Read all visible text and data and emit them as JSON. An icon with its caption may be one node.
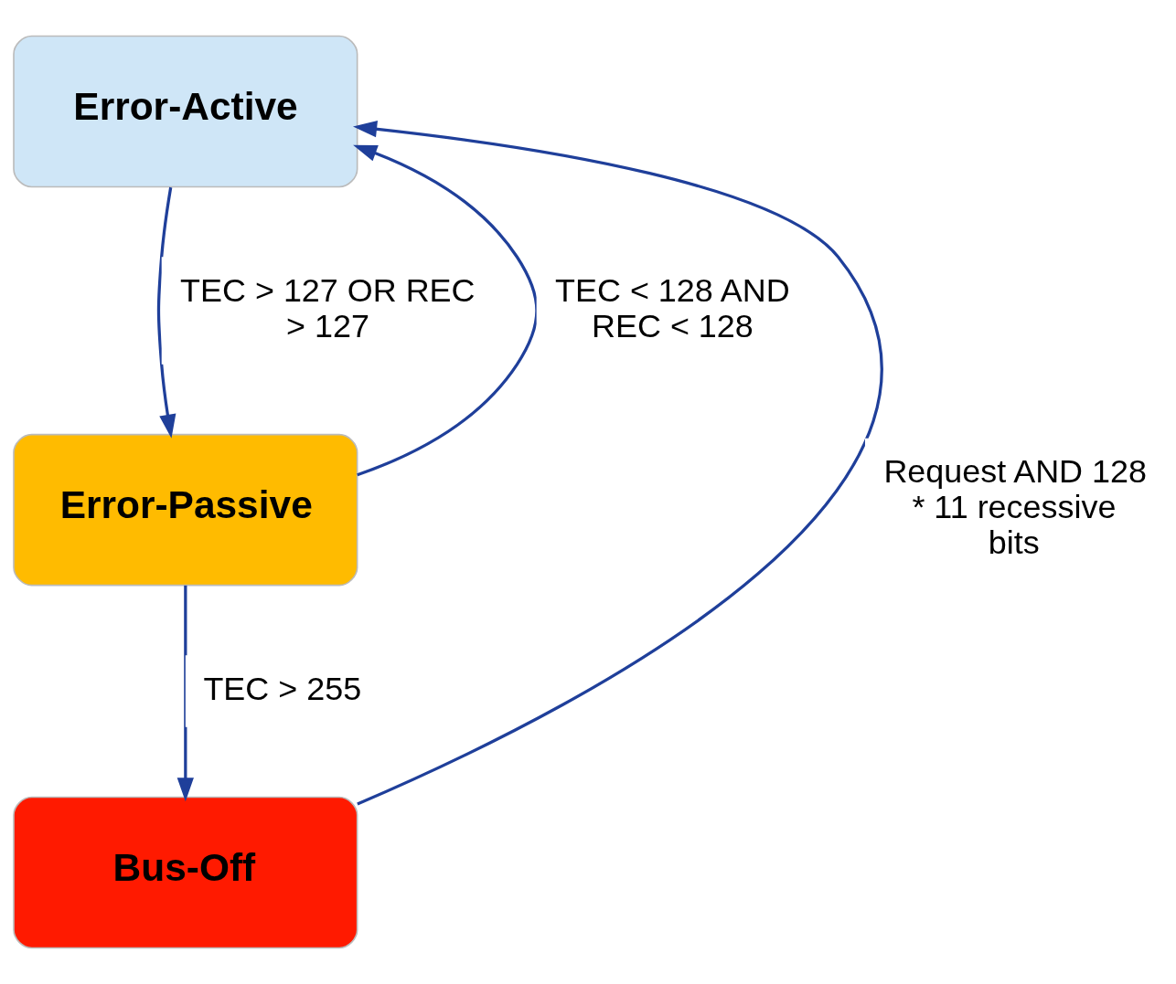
{
  "diagram": {
    "nodes": [
      {
        "text": [
          "Error-Active"
        ]
      },
      {
        "text": [
          "Error-Passive"
        ]
      },
      {
        "text": [
          "Bus-Off"
        ]
      }
    ],
    "edges": [
      {
        "from": 0,
        "to": 1,
        "arrow": "to",
        "label": "TEC > 127 OR REC > 127"
      },
      {
        "from": 1,
        "to": 0,
        "arrow": "to",
        "label": "TEC < 128 AND REC < 128"
      },
      {
        "from": 1,
        "to": 2,
        "arrow": "to",
        "label": "TEC > 255"
      },
      {
        "from": 2,
        "to": 0,
        "arrow": "to",
        "label": "Request AND 128 * 11 recessive bits"
      }
    ]
  }
}
